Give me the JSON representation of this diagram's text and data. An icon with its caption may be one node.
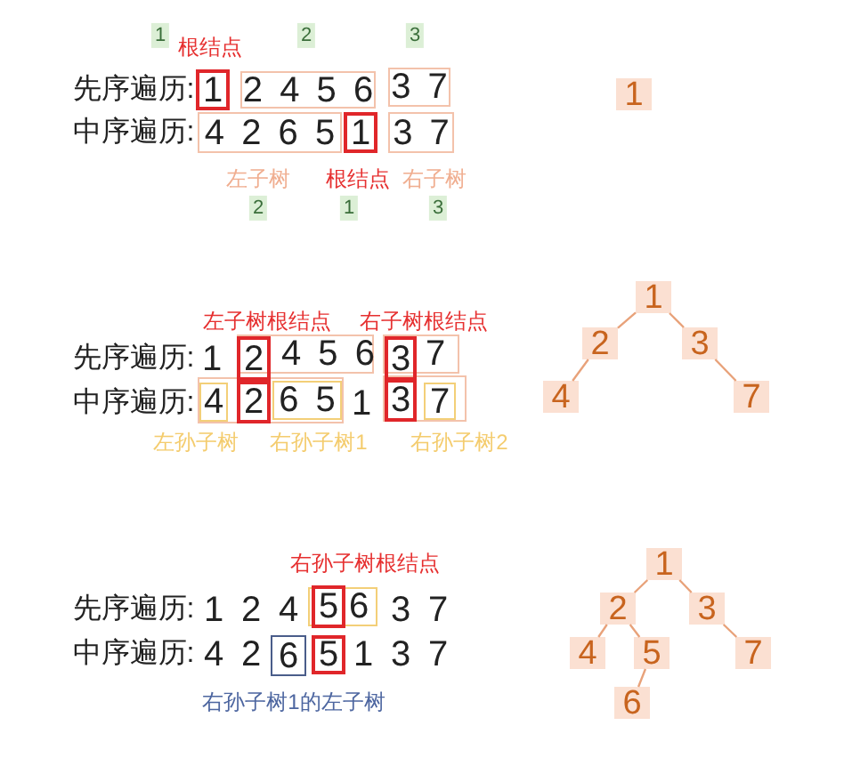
{
  "diagram": {
    "nodes": [
      {
        "text": [
          "1"
        ]
      },
      {
        "text": [
          "2 4 5 6"
        ]
      },
      {
        "text": [
          "3 7"
        ]
      },
      {
        "text": [
          "4 2 6 5"
        ]
      },
      {
        "text": [
          "1"
        ]
      },
      {
        "text": [
          "3 7"
        ]
      },
      {
        "text": [
          "1"
        ]
      },
      {
        "text": [
          "4 5 6"
        ]
      },
      {
        "text": [
          "2"
        ],
        "in": 7
      },
      {
        "text": [
          "7"
        ]
      },
      {
        "text": [
          "3"
        ],
        "in": 9
      },
      {
        "text": [],
        "shape": "box"
      },
      {
        "text": [
          "4"
        ],
        "in": 11
      },
      {
        "text": [
          "2"
        ],
        "in": 11
      },
      {
        "text": [
          "6 5"
        ],
        "in": 11
      },
      {
        "text": [],
        "shape": "box"
      },
      {
        "text": [
          "3"
        ],
        "in": 15
      },
      {
        "text": [
          "7"
        ],
        "in": 15
      },
      {
        "text": [
          "1"
        ]
      },
      {
        "text": [
          "2"
        ]
      },
      {
        "text": [
          "3"
        ]
      },
      {
        "text": [
          "4"
        ]
      },
      {
        "text": [
          "7"
        ]
      },
      {
        "text": [
          "6"
        ]
      },
      {
        "text": [
          "5"
        ],
        "in": 23
      },
      {
        "text": [
          "6"
        ]
      },
      {
        "text": [
          "5"
        ]
      },
      {
        "text": [
          "1"
        ]
      },
      {
        "text": [
          "2"
        ]
      },
      {
        "text": [
          "3"
        ]
      },
      {
        "text": [
          "4"
        ]
      },
      {
        "text": [
          "5"
        ]
      },
      {
        "text": [
          "7"
        ]
      },
      {
        "text": [
          "6"
        ]
      }
    ],
    "edges": [
      {
        "from": 18,
        "to": 19,
        "arrow": "none"
      },
      {
        "from": 18,
        "to": 20,
        "arrow": "none"
      },
      {
        "from": 19,
        "to": 21,
        "arrow": "none"
      },
      {
        "from": 20,
        "to": 22,
        "arrow": "none"
      },
      {
        "from": 27,
        "to": 28,
        "arrow": "none"
      },
      {
        "from": 27,
        "to": 29,
        "arrow": "none"
      },
      {
        "from": 28,
        "to": 30,
        "arrow": "none"
      },
      {
        "from": 28,
        "to": 31,
        "arrow": "none"
      },
      {
        "from": 29,
        "to": 32,
        "arrow": "none"
      },
      {
        "from": 31,
        "to": 33,
        "arrow": "none"
      }
    ],
    "labels": [
      "1",
      "根结点",
      "2",
      "3",
      "先序遍历:",
      "中序遍历:",
      "左子树",
      "根结点",
      "右子树",
      "2",
      "1",
      "3",
      "左子树根结点",
      "右子树根结点",
      "先序遍历:",
      "1",
      "中序遍历:",
      "1",
      "左孙子树",
      "右孙子树1",
      "右孙子树2",
      "右孙子树根结点",
      "先序遍历:",
      "1",
      "2",
      "4",
      "3",
      "7",
      "中序遍历:",
      "4",
      "2",
      "1",
      "3",
      "7",
      "右孙子树1的左子树"
    ]
  }
}
